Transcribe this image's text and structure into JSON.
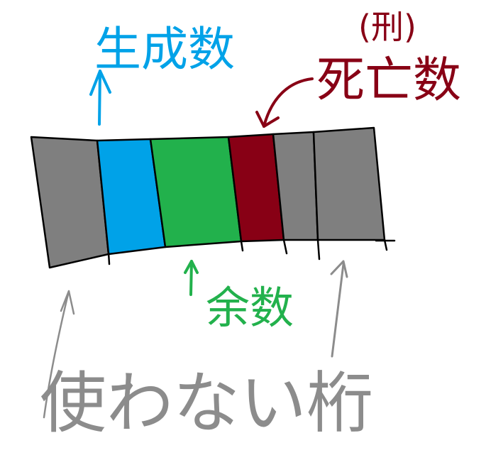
{
  "labels": {
    "generation": "生成数",
    "death_prefix": "(刑)",
    "death": "死亡数",
    "remainder": "余数",
    "unused": "使わない桁"
  },
  "colors": {
    "unused": "#7f7f7f",
    "generation": "#00a2e8",
    "remainder": "#22b14c",
    "death": "#880015",
    "unused_text": "#8c8c8c",
    "outline": "#000000"
  },
  "segments": [
    {
      "name": "unused-digits-left",
      "role": "unused"
    },
    {
      "name": "generation-digits",
      "role": "generation"
    },
    {
      "name": "remainder-digits",
      "role": "remainder"
    },
    {
      "name": "death-digits",
      "role": "death"
    },
    {
      "name": "unused-digits-right-1",
      "role": "unused"
    },
    {
      "name": "unused-digits-right-2",
      "role": "unused"
    }
  ]
}
